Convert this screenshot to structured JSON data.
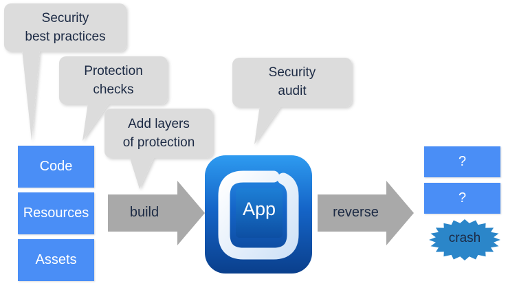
{
  "callouts": {
    "best_practices": [
      "Security",
      "best practices"
    ],
    "protection_checks": [
      "Protection",
      "checks"
    ],
    "add_layers": [
      "Add layers",
      "of protection"
    ],
    "audit": [
      "Security",
      "audit"
    ]
  },
  "inputs": {
    "code": "Code",
    "resources": "Resources",
    "assets": "Assets"
  },
  "steps": {
    "build": "build",
    "reverse": "reverse"
  },
  "app": {
    "label": "App"
  },
  "outcomes": {
    "first": "?",
    "second": "?",
    "crash": "crash"
  },
  "colors": {
    "input_box": "#4a8ef6",
    "callout_fill": "#dcdcdc",
    "arrow_fill": "#a9a9a9",
    "app_dark": "#0a3f8c",
    "app_light": "#2e9bf0",
    "crash_fill": "#2b86c9",
    "text_dark": "#1c2a44"
  }
}
